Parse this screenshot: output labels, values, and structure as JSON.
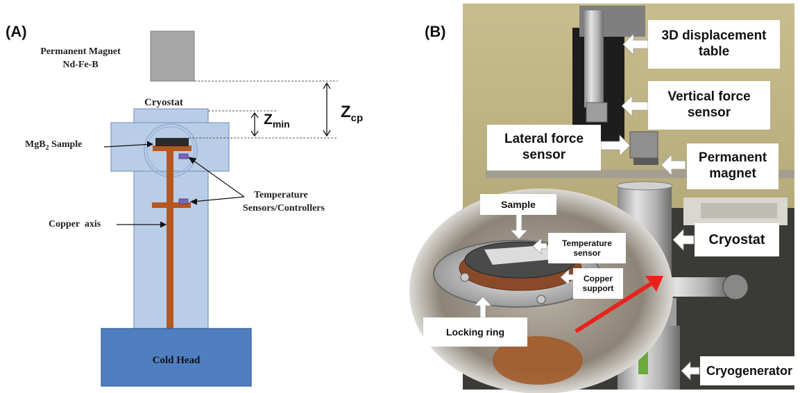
{
  "panelA": {
    "label": "(A)",
    "magnet_title_line1": "Permanent Magnet",
    "magnet_title_line2": "Nd-Fe-B",
    "cryostat": "Cryostat",
    "zcp_main": "Z",
    "zcp_sub": "cp",
    "zmin_main": "Z",
    "zmin_sub": "min",
    "sample_main": "MgB",
    "sample_sub": "2",
    "sample_tail": " Sample",
    "temp_line1": "Temperature",
    "temp_line2": "Sensors/Controllers",
    "copper_axis": "Copper  axis",
    "cold_head": "Cold Head",
    "colors": {
      "cryostat_fill": "#b9cde6",
      "cryostat_stroke": "#7a98c4",
      "copper": "#b5581f",
      "magnet": "#a6a6a6",
      "sample": "#2b2b2b",
      "sensor": "#7a63b8",
      "cold_head_fill": "#4f7fc0",
      "cold_head_stroke": "#2e5a94"
    }
  },
  "panelB": {
    "label": "(B)",
    "displacement_line1": "3D displacement",
    "displacement_line2": "table",
    "vertical_line1": "Vertical force",
    "vertical_line2": "sensor",
    "lateral_line1": "Lateral force",
    "lateral_line2": "sensor",
    "magnet_line1": "Permanent",
    "magnet_line2": "magnet",
    "cryostat": "Cryostat",
    "cryogenerator": "Cryogenerator",
    "sample": "Sample",
    "temp_line1": "Temperature",
    "temp_line2": "sensor",
    "copper_line1": "Copper",
    "copper_line2": "support",
    "locking_ring": "Locking ring",
    "colors": {
      "arrow_red": "#e8231c"
    }
  }
}
